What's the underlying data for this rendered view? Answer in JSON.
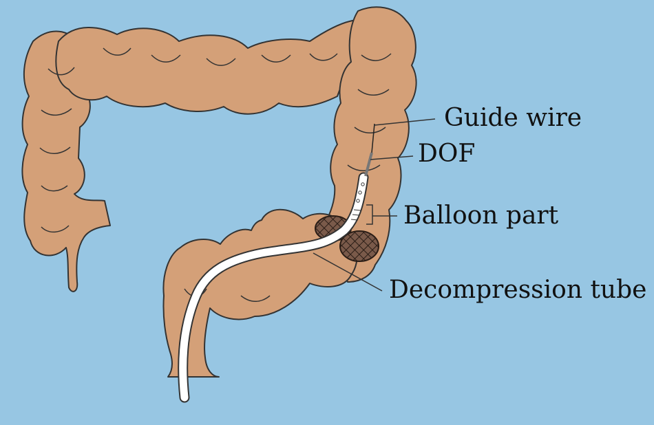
{
  "colors": {
    "background": "#97c6e3",
    "colon_fill": "#d4a078",
    "outline": "#333333",
    "tube_fill": "#ffffff",
    "balloon_fill": "#7a5a4a"
  },
  "icons": {
    "colon": "colon-illustration",
    "tube": "decompression-tube-icon",
    "balloon": "balloon-icon",
    "guide_wire": "guide-wire-icon"
  },
  "labels": {
    "guide_wire": "Guide wire",
    "dof": "DOF",
    "balloon_part": "Balloon part",
    "decompression_tube": "Decompression tube"
  }
}
